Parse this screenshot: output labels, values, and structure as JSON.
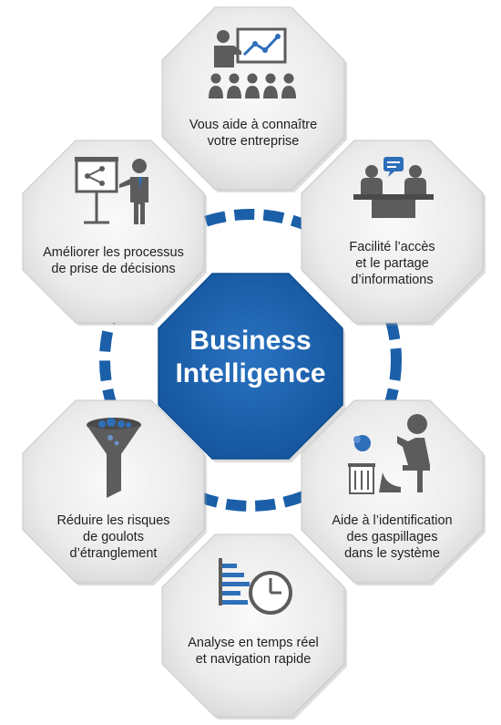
{
  "center": {
    "line1": "Business",
    "line2": "Intelligence"
  },
  "nodes": [
    {
      "id": "top",
      "icon": "presentation-audience-icon",
      "lines": [
        "Vous aide à connaître",
        "votre entreprise"
      ]
    },
    {
      "id": "upper-right",
      "icon": "meeting-chat-icon",
      "lines": [
        "Facilité l’accès",
        "et le partage",
        "d’informations"
      ]
    },
    {
      "id": "lower-right",
      "icon": "waste-paper-bin-icon",
      "lines": [
        "Aide à l’identification",
        "des gaspillages",
        "dans le système"
      ]
    },
    {
      "id": "bottom",
      "icon": "clock-timeline-icon",
      "lines": [
        "Analyse en temps réel",
        "et navigation rapide"
      ]
    },
    {
      "id": "lower-left",
      "icon": "funnel-icon",
      "lines": [
        "Réduire les risques",
        "de goulots",
        "d’étranglement"
      ]
    },
    {
      "id": "upper-left",
      "icon": "flowchart-presenter-icon",
      "lines": [
        "Améliorer les processus",
        "de prise de décisions"
      ]
    }
  ],
  "colors": {
    "accent": "#1a5fa8",
    "center_fill": "#1e64b0",
    "node_fill": "#ececec",
    "icon": "#5c5c5c",
    "icon_accent": "#2e6fb9"
  }
}
